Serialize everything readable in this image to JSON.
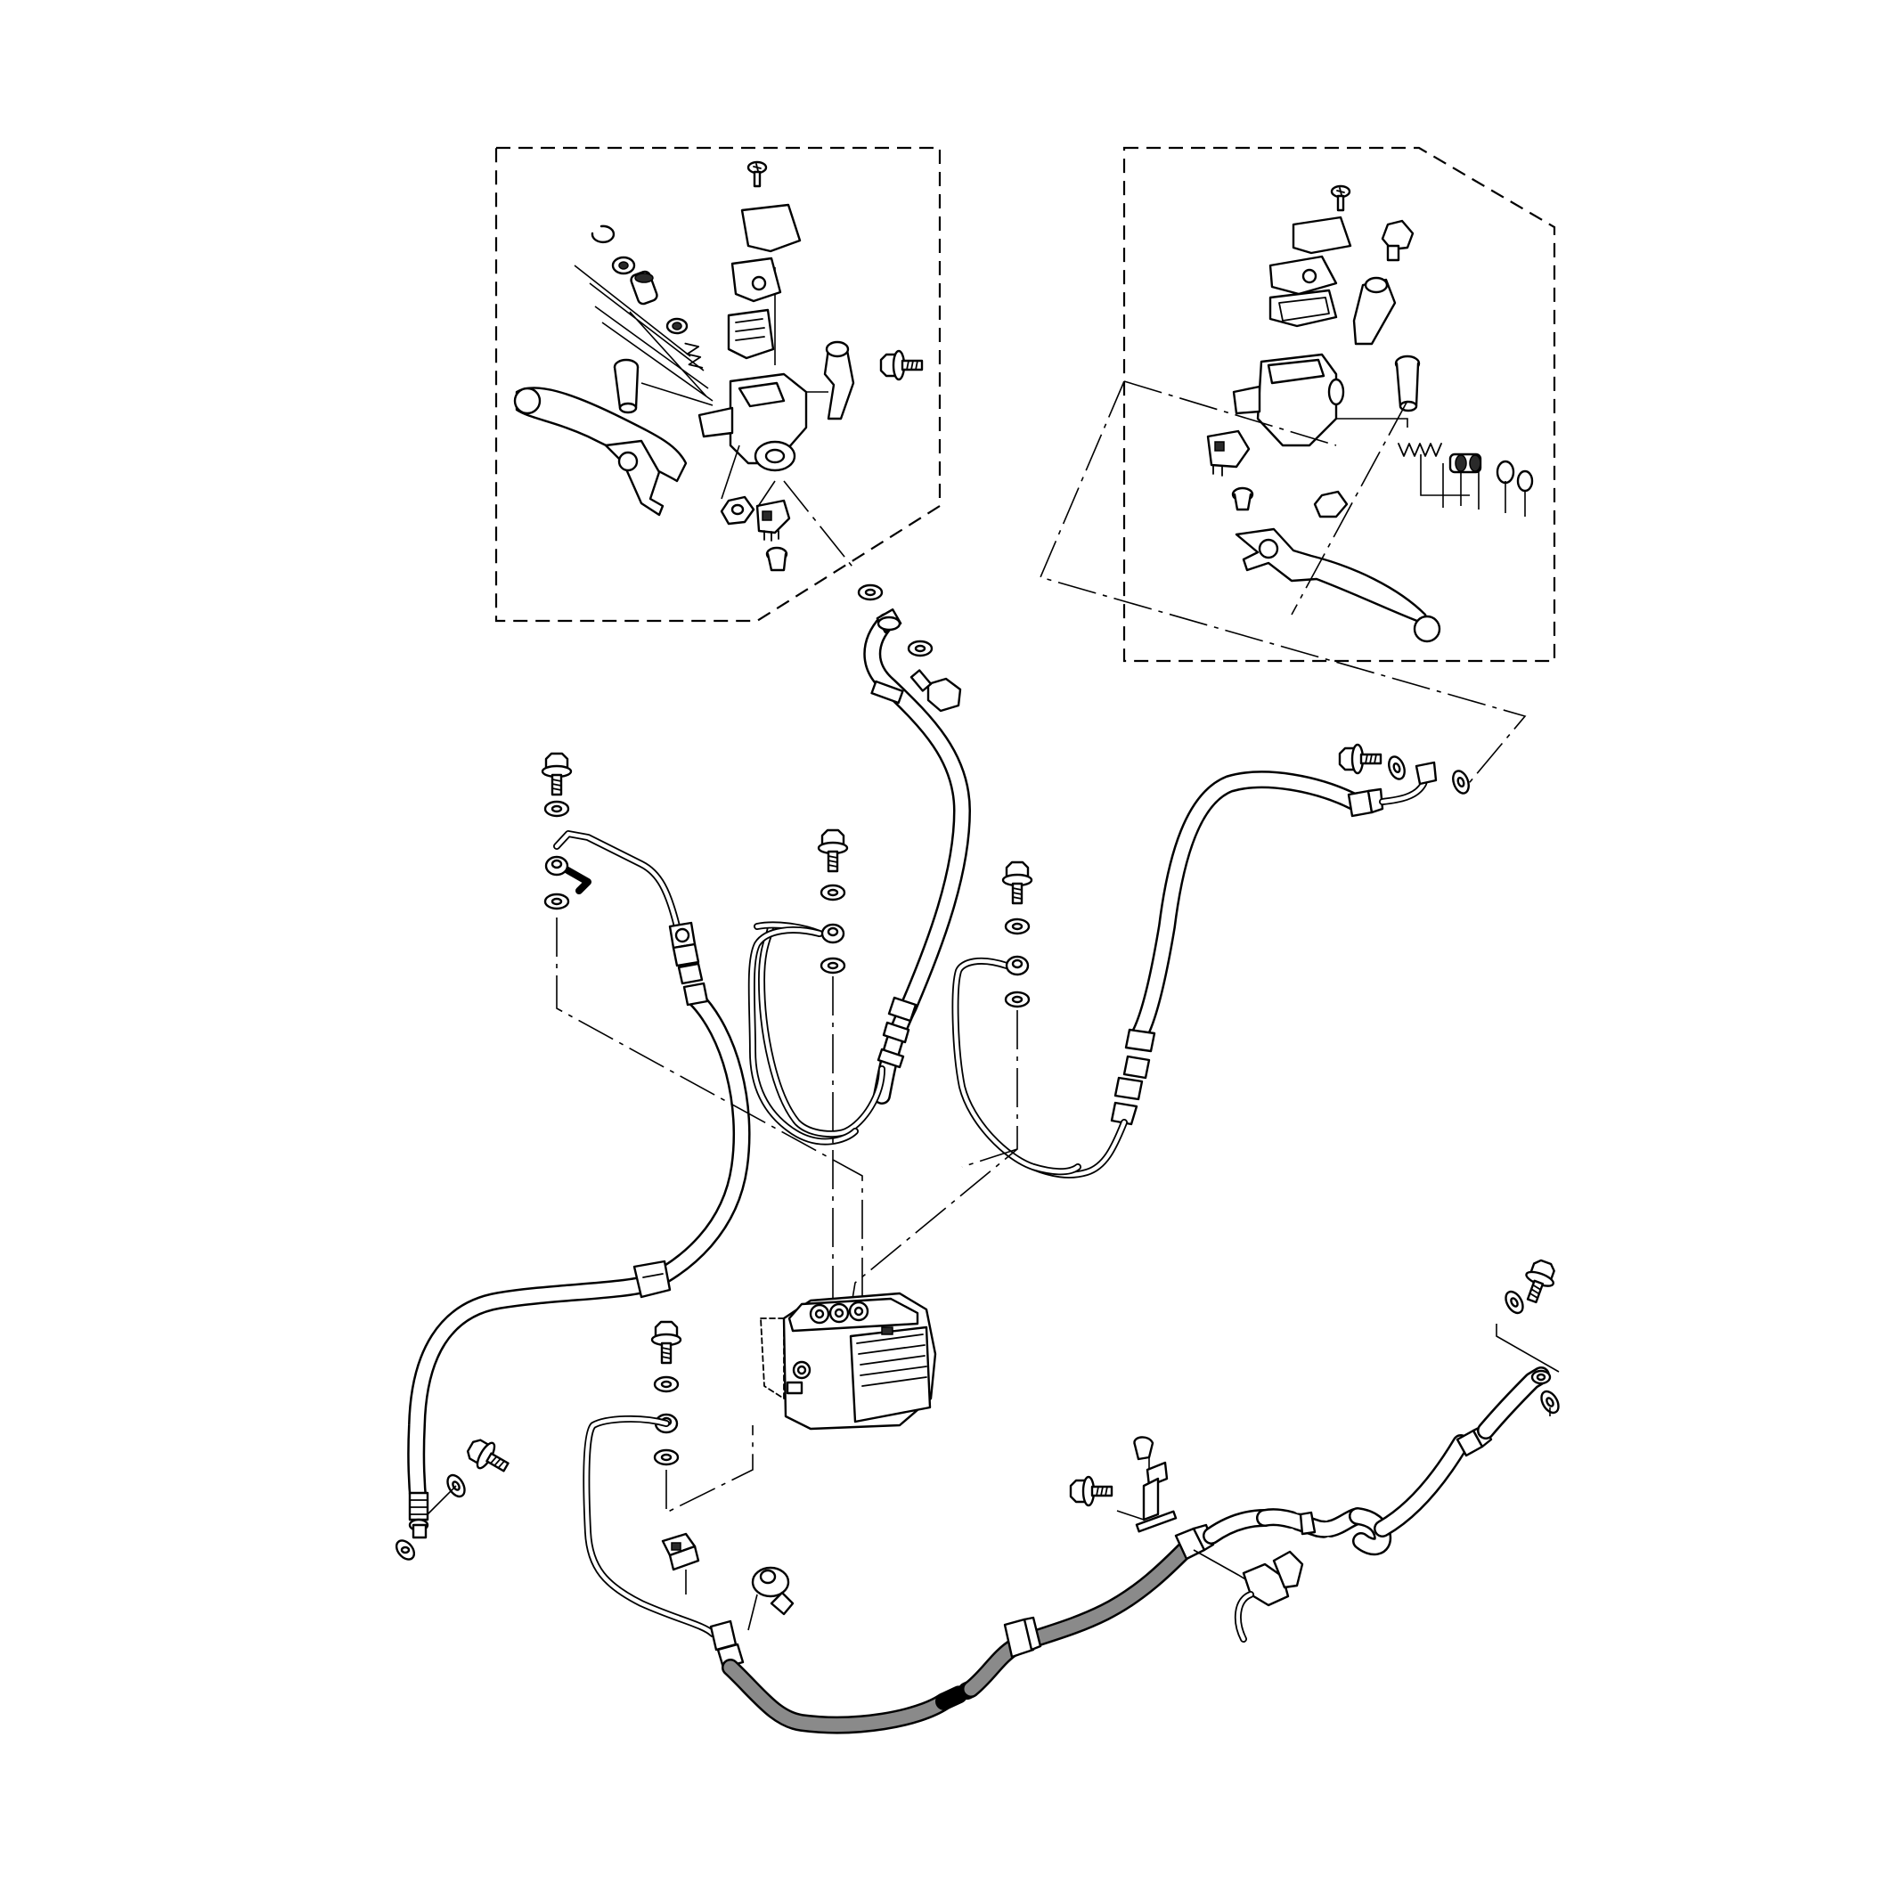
{
  "diagram": {
    "background": "#ffffff",
    "line_color": "#000000",
    "shaded_hose_color": "#8a8a8a",
    "groups": [
      "left-master-cylinder-assembly",
      "right-master-cylinder-assembly",
      "abs-modulator",
      "front-brake-hoses",
      "rear-brake-hose",
      "brake-pipes",
      "banjo-bolts-and-washers",
      "hose-clamps"
    ]
  }
}
